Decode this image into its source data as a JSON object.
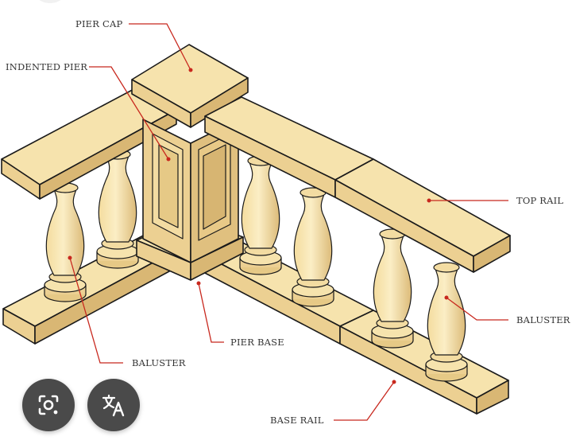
{
  "labels": {
    "pier_cap": "PIER CAP",
    "indented_pier": "INDENTED PIER",
    "top_rail": "TOP RAIL",
    "baluster_right": "BALUSTER",
    "baluster_left": "BALUSTER",
    "pier_base": "PIER BASE",
    "base_rail": "BASE RAIL"
  },
  "colors": {
    "stone_light": "#f6e3ad",
    "stone_mid": "#ecd092",
    "stone_dark": "#d9b774",
    "leader": "#c8281e",
    "button_bg": "#4a4a4a"
  },
  "overlay_buttons": [
    {
      "icon": "lens-camera-icon"
    },
    {
      "icon": "translate-icon"
    }
  ]
}
